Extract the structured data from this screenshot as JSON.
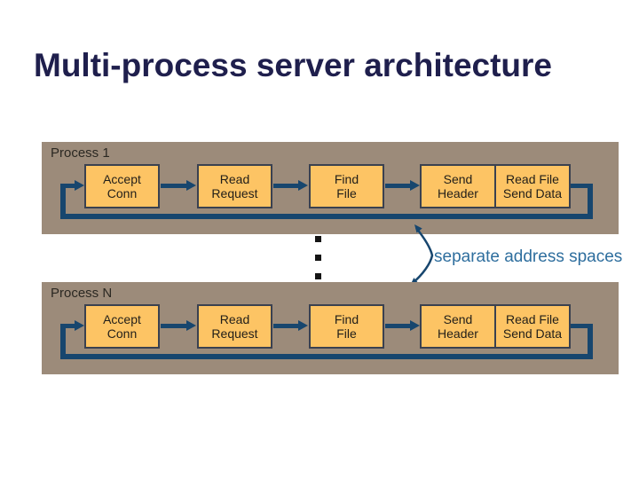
{
  "slide": {
    "title": "Multi-process server architecture"
  },
  "diagram": {
    "bands": [
      {
        "label": "Process 1"
      },
      {
        "label": "Process N"
      }
    ],
    "steps": [
      {
        "line1": "Accept",
        "line2": "Conn"
      },
      {
        "line1": "Read",
        "line2": "Request"
      },
      {
        "line1": "Find",
        "line2": "File"
      },
      {
        "line1": "Send",
        "line2": "Header"
      },
      {
        "line1": "Read File",
        "line2": "Send Data"
      }
    ],
    "annotation": "separate address spaces"
  },
  "colors": {
    "title": "#1F1F4D",
    "band_bg": "#9C8B7A",
    "box_fill": "#FDC464",
    "box_border": "#3A4150",
    "arrow": "#17466E",
    "annotation": "#2E6E9E",
    "dots": "#141414"
  }
}
